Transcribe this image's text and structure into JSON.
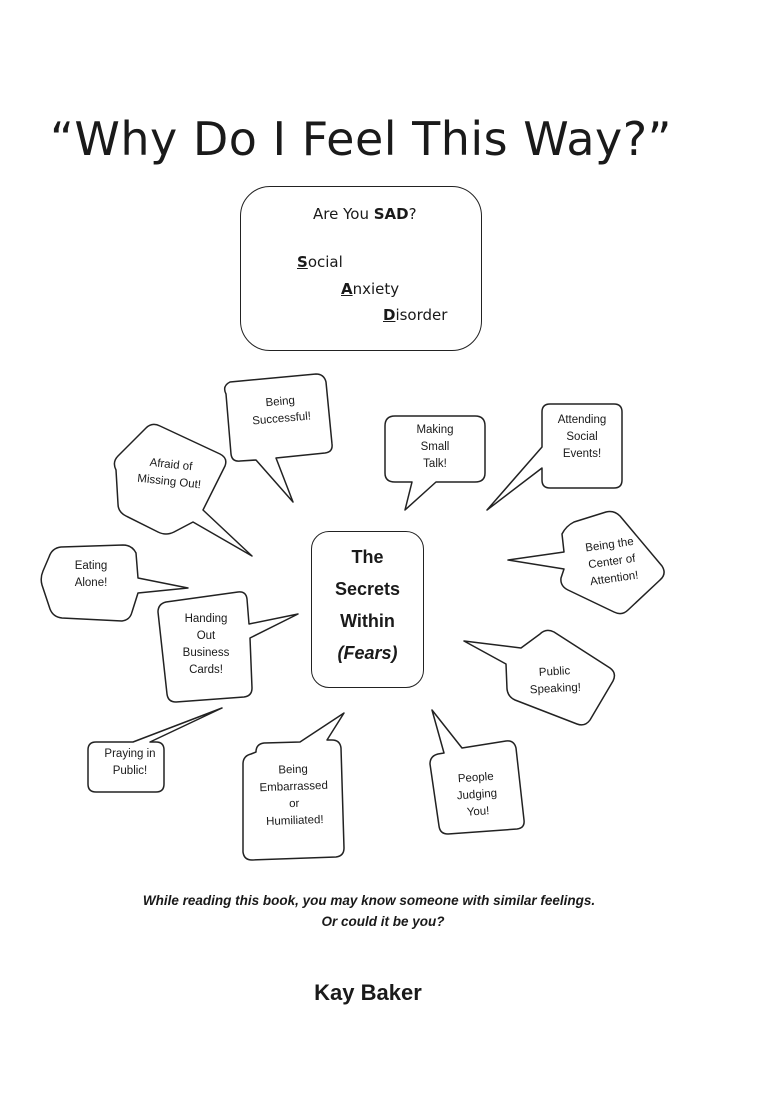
{
  "title": "“Why Do I Feel This Way?”",
  "sad_box": {
    "question_prefix": "Are You ",
    "question_bold": "SAD",
    "question_suffix": "?",
    "words": [
      {
        "first": "S",
        "rest": "ocial"
      },
      {
        "first": "A",
        "rest": "nxiety"
      },
      {
        "first": "D",
        "rest": "isorder"
      }
    ]
  },
  "center": {
    "line1": "The",
    "line2": "Secrets",
    "line3": "Within",
    "line4": "(Fears)"
  },
  "bubbles": {
    "being_successful": "Being\nSuccessful!",
    "making_small_talk": "Making\nSmall\nTalk!",
    "attending_social_events": "Attending\nSocial\nEvents!",
    "afraid_missing_out": "Afraid of\nMissing Out!",
    "being_center_attention": "Being the\nCenter of\nAttention!",
    "eating_alone": "Eating\nAlone!",
    "handing_out_cards": "Handing\nOut\nBusiness\nCards!",
    "public_speaking": "Public\nSpeaking!",
    "praying_in_public": "Praying in\nPublic!",
    "being_embarrassed": "Being\nEmbarrassed\nor\nHumiliated!",
    "people_judging": "People\nJudging\nYou!"
  },
  "tagline": {
    "line1": "While reading this book, you may know someone with similar feelings.",
    "line2": "Or could it be you?"
  },
  "author": "Kay Baker"
}
